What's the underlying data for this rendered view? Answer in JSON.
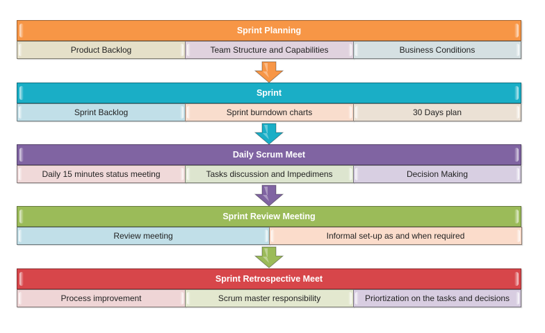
{
  "stages": [
    {
      "title": "Sprint Planning",
      "color": "#f79646",
      "items": [
        "Product Backlog",
        "Team Structure and Capabilities",
        "Business Conditions"
      ],
      "item_colors": [
        "#e5e0c9",
        "#e0d2de",
        "#d5e0e2"
      ]
    },
    {
      "title": "Sprint",
      "color": "#1aaec6",
      "items": [
        "Sprint Backlog",
        "Sprint burndown charts",
        "30 Days plan"
      ],
      "item_colors": [
        "#c1dfe8",
        "#f9ddcd",
        "#ebe1d5"
      ]
    },
    {
      "title": "Daily Scrum Meet",
      "color": "#8064a2",
      "items": [
        "Daily 15 minutes status meeting",
        "Tasks discussion and Impedimens",
        "Decision Making"
      ],
      "item_colors": [
        "#f0d9d9",
        "#dde5cf",
        "#d8cfe2"
      ]
    },
    {
      "title": "Sprint Review Meeting",
      "color": "#9bbb59",
      "items": [
        "Review meeting",
        "Informal set-up as and when required"
      ],
      "item_colors": [
        "#c1dfe8",
        "#fbdccb"
      ]
    },
    {
      "title": "Sprint Retrospective Meet",
      "color": "#d7464a",
      "items": [
        "Process improvement",
        "Scrum master responsibility",
        "Priortization on the tasks and decisions"
      ],
      "item_colors": [
        "#efd5d6",
        "#e3e8cf",
        "#d8cde1"
      ]
    }
  ],
  "arrows": [
    {
      "color": "#f79646"
    },
    {
      "color": "#1aaec6"
    },
    {
      "color": "#8064a2"
    },
    {
      "color": "#9bbb59"
    }
  ]
}
